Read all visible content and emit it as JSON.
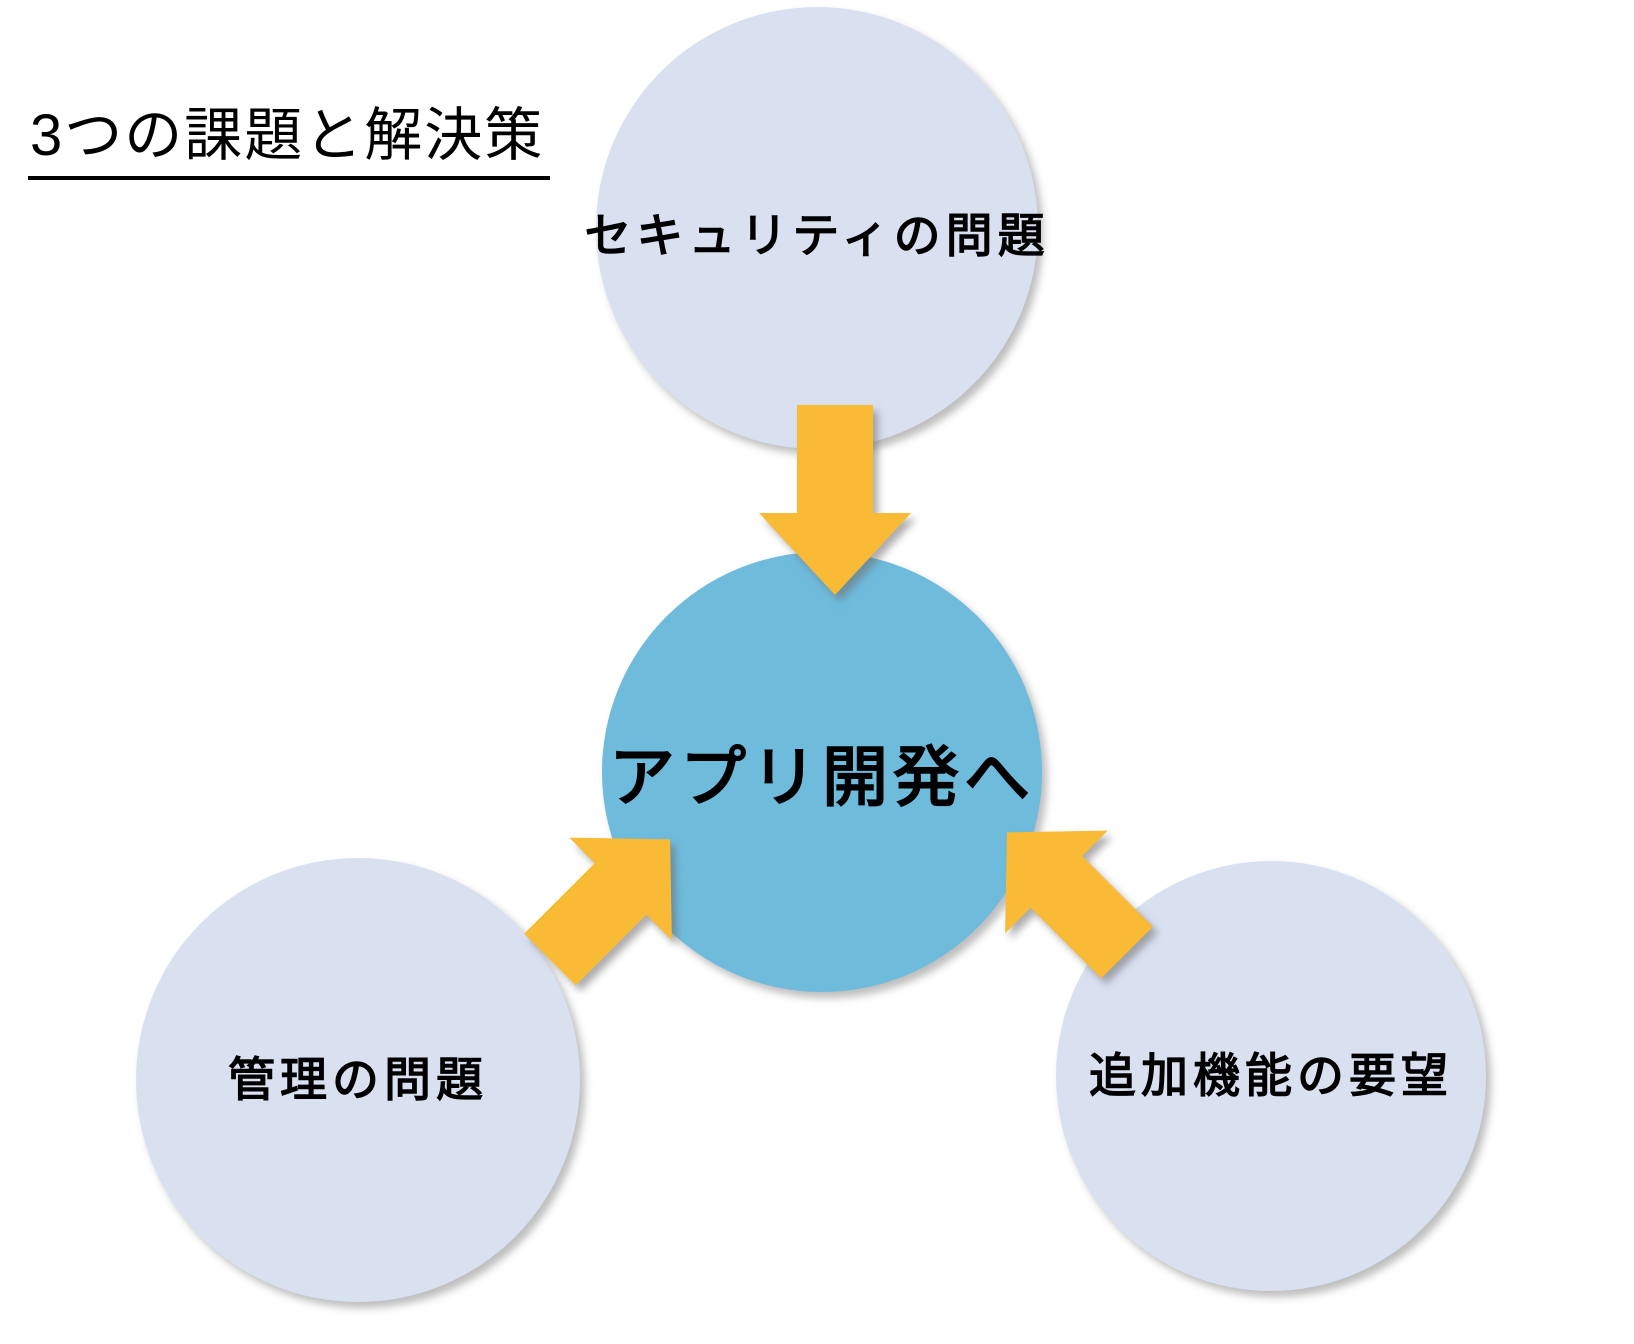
{
  "title": "3つの課題と解決策",
  "nodes": {
    "top": {
      "label": "セキュリティの問題"
    },
    "bottom_left": {
      "label": "管理の問題"
    },
    "bottom_right": {
      "label": "追加機能の要望"
    },
    "center": {
      "label": "アプリ開発へ"
    }
  },
  "icons": {
    "top_arrow": "block-arrow-down",
    "left_arrow": "block-arrow-up-right",
    "right_arrow": "block-arrow-up-left"
  },
  "colors": {
    "background": "#FFFFFF",
    "node_fill": "#D9E1F1",
    "center_fill": "#6FBBDC",
    "arrow_fill": "#F9BA35",
    "text": "#000000"
  }
}
